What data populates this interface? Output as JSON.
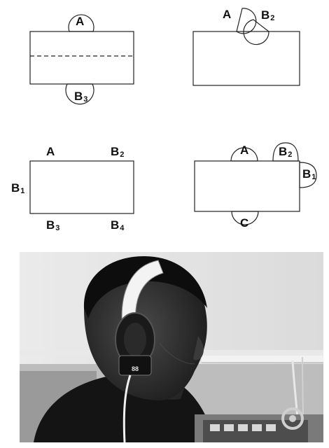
{
  "labels": {
    "d1_top": "A",
    "d1_bottom": "B",
    "d1_bottom_sub": "3",
    "d2_left": "A",
    "d2_right": "B",
    "d2_right_sub": "2",
    "d3_tl": "A",
    "d3_tr": "B",
    "d3_tr_sub": "2",
    "d3_left": "B",
    "d3_left_sub": "1",
    "d3_bl": "B",
    "d3_bl_sub": "3",
    "d3_br": "B",
    "d3_br_sub": "4",
    "d4_top_a": "A",
    "d4_top_b": "B",
    "d4_top_b_sub": "2",
    "d4_right": "B",
    "d4_right_sub": "1",
    "d4_bottom": "C"
  },
  "photo": {
    "subject": "boy-with-headphones",
    "headphone_text": "88"
  }
}
